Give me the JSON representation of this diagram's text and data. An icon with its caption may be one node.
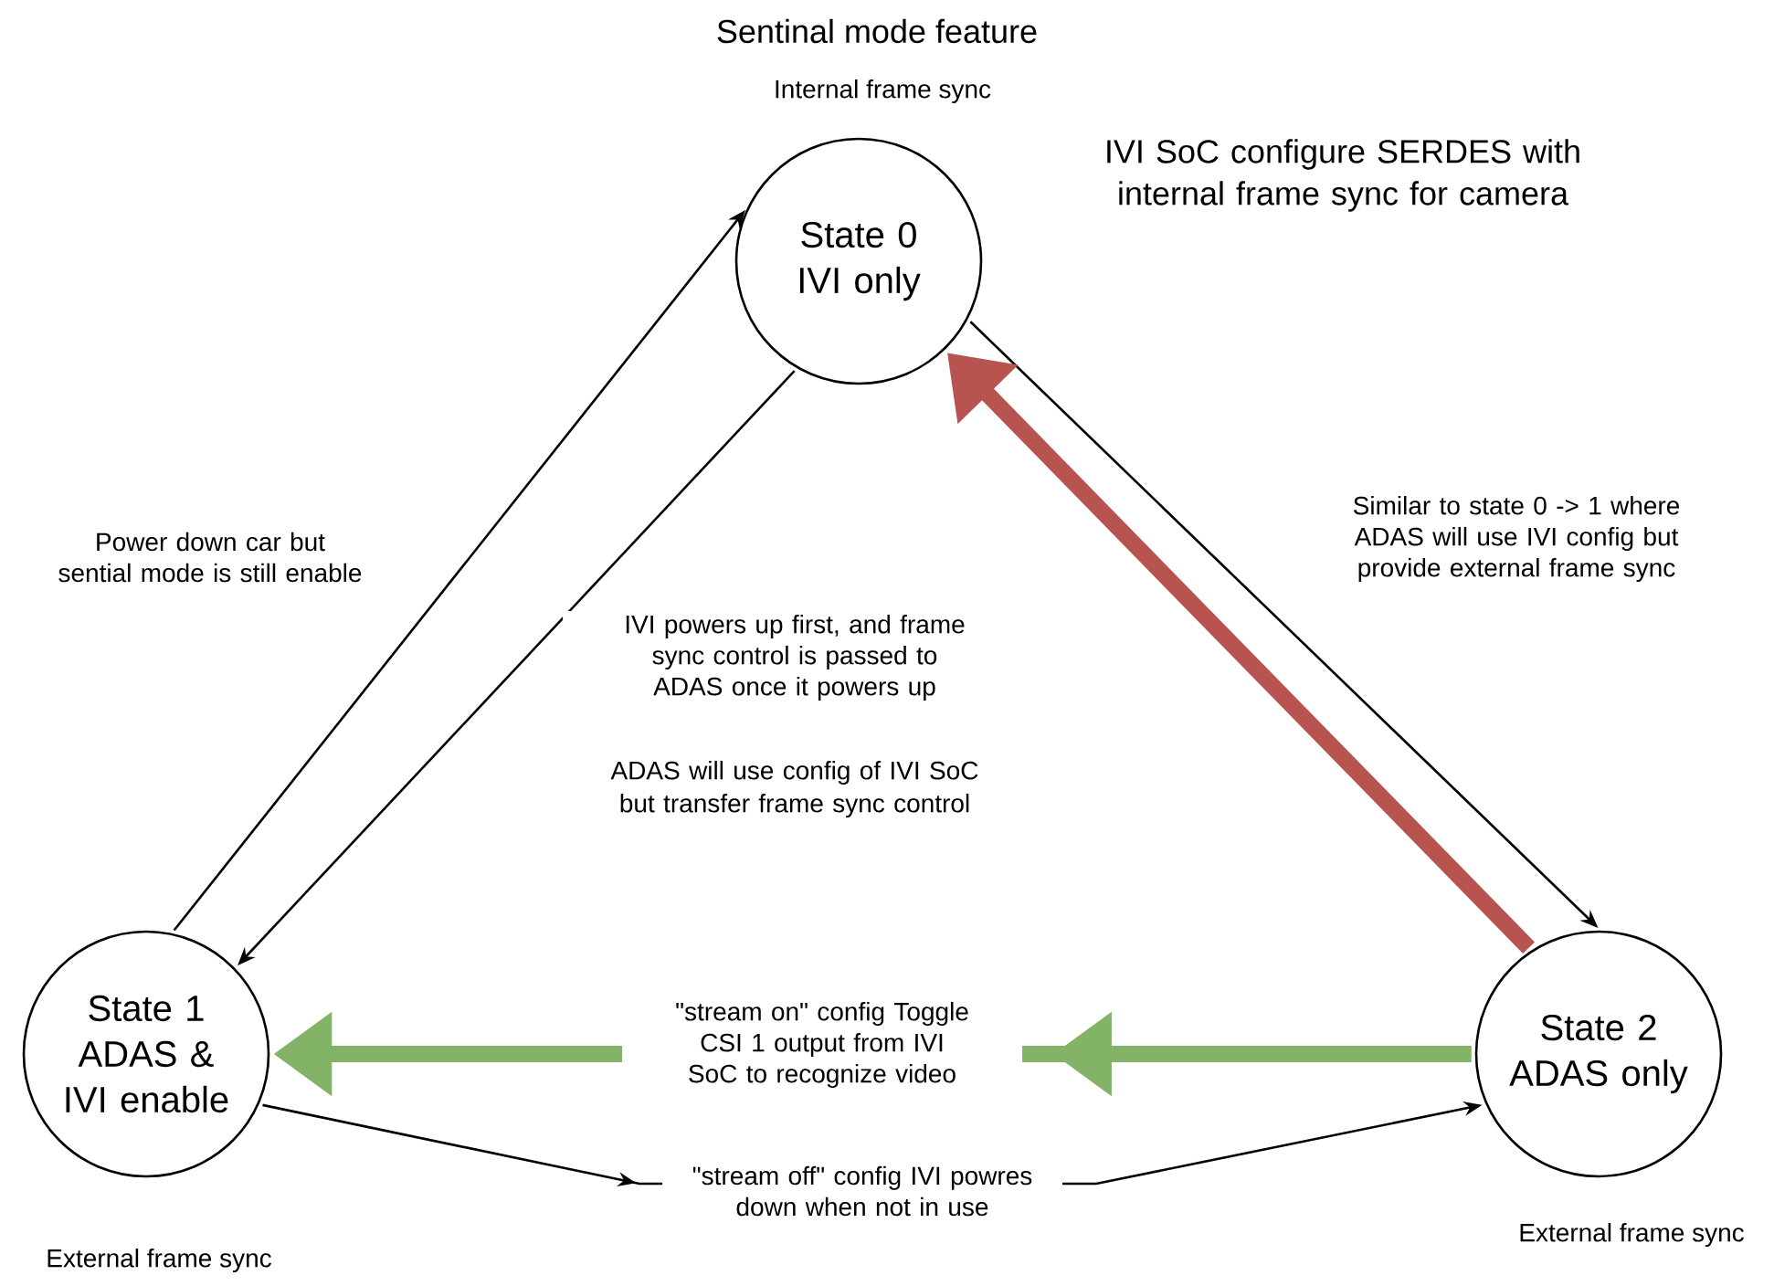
{
  "diagram": {
    "title": "Sentinal mode feature",
    "nodes": [
      {
        "text": [
          "State 0 IVI only"
        ],
        "beside": [
          "Internal frame sync"
        ]
      },
      {
        "text": [
          "State 1 ADAS & IVI enable"
        ],
        "beside": [
          "External frame sync"
        ]
      },
      {
        "text": [
          "State 2 ADAS only"
        ],
        "beside": [
          "External frame sync"
        ]
      }
    ],
    "edges": [
      {
        "from": 1,
        "to": 0,
        "arrow": "to",
        "label": "Power down car but sential mode is still enable"
      },
      {
        "from": 0,
        "to": 1,
        "arrow": "to",
        "label": "IVI powers up first, and frame sync control is passed to ADAS once it powers up"
      },
      {
        "from": 0,
        "to": 2,
        "arrow": "to",
        "label": "Similar to state 0 -> 1 where ADAS will use IVI config but provide external frame sync"
      },
      {
        "from": 2,
        "to": 0,
        "arrow": "to",
        "style": "thick",
        "color": "#b85450"
      },
      {
        "from": 2,
        "to": 1,
        "arrow": "to",
        "style": "thick",
        "color": "#82b366",
        "label": "\"stream on\" config Toggle CSI 1 output from IVI SoC to recognize video"
      },
      {
        "from": 1,
        "to": 2,
        "arrow": "to",
        "label": "\"stream off\" config IVI powres down when not in use"
      }
    ],
    "labels": [
      "ADAS will use config of IVI SoC but transfer frame sync control",
      "IVI SoC configure SERDES with internal frame sync for camera"
    ]
  }
}
